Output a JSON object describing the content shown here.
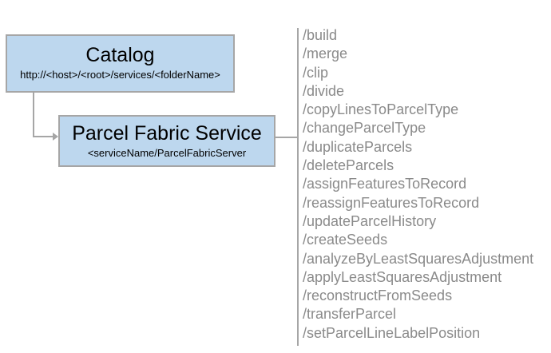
{
  "diagram": {
    "catalog_box": {
      "title": "Catalog",
      "subtitle": "http://<host>/<root>/services/<folderName>"
    },
    "service_box": {
      "title": "Parcel Fabric Service",
      "subtitle": "<serviceName/ParcelFabricServer"
    }
  },
  "endpoints": [
    "/build",
    "/merge",
    "/clip",
    "/divide",
    "/copyLinesToParcelType",
    "/changeParcelType",
    "/duplicateParcels",
    "/deleteParcels",
    "/assignFeaturesToRecord",
    "/reassignFeaturesToRecord",
    "/updateParcelHistory",
    "/createSeeds",
    "/analyzeByLeastSquaresAdjustment",
    "/applyLeastSquaresAdjustment",
    "/reconstructFromSeeds",
    "/transferParcel",
    "/setParcelLineLabelPosition"
  ],
  "colors": {
    "box_fill": "#BDD7EE",
    "box_border": "#A6A6A6",
    "connector": "#A6A6A6",
    "endpoint_text": "#8A8A8A",
    "title_text": "#000000",
    "background": "#FFFFFF"
  }
}
